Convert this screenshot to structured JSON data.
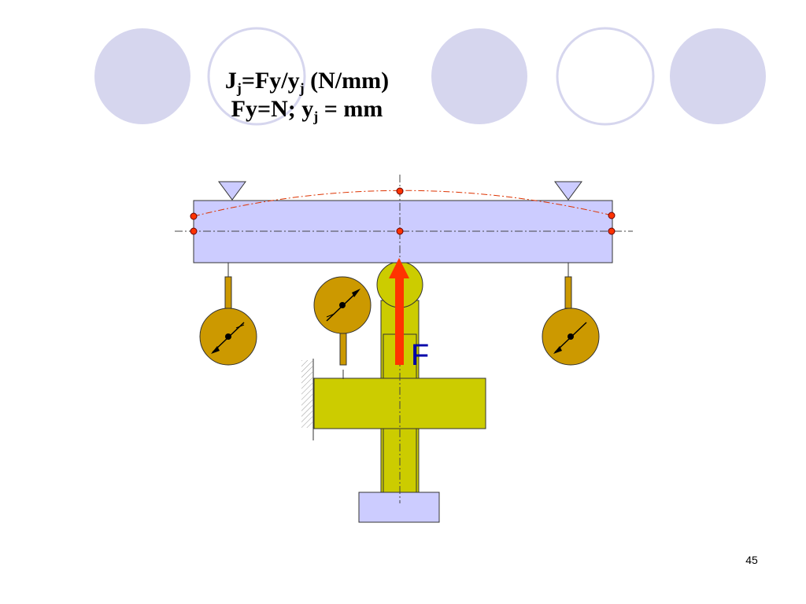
{
  "title": {
    "line1_main": "J",
    "line1_sub": "j",
    "line1_mid": "=Fy/y",
    "line1_sub2": "j",
    "line1_end": " (N/mm)",
    "line2_main": "Fy=N; y",
    "line2_sub": "j",
    "line2_end": " = mm"
  },
  "diagram": {
    "force_label": "F"
  },
  "page_number": "45",
  "colors": {
    "circle_fill": "#d6d6ee",
    "circle_outline": "#d6d6ee",
    "beam": "#ccccff",
    "column": "#cccc00",
    "gauge": "#cc9900",
    "arrow": "#ff3300",
    "force_label": "#0000aa",
    "axis_line": "#444444",
    "deflection_curve": "#dd3300"
  },
  "icons": {
    "dial_gauge": "dial-gauge-icon",
    "support": "support-triangle-icon"
  }
}
